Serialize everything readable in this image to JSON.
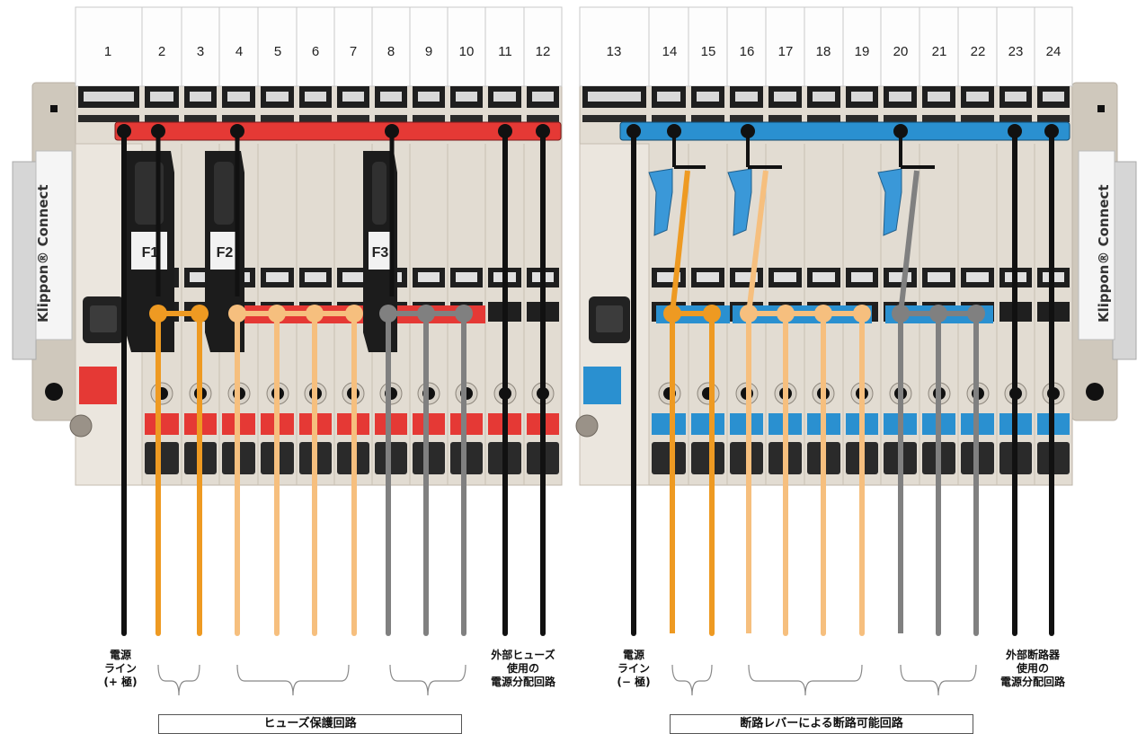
{
  "terminals": {
    "left_group": [
      "1",
      "2",
      "3",
      "4",
      "5",
      "6",
      "7",
      "8",
      "9",
      "10",
      "11",
      "12"
    ],
    "right_group": [
      "13",
      "14",
      "15",
      "16",
      "17",
      "18",
      "19",
      "20",
      "21",
      "22",
      "23",
      "24"
    ]
  },
  "side_brand": {
    "left": "Klippon® Connect",
    "right": "Klippon® Connect"
  },
  "fuse_labels": [
    "F1",
    "F2",
    "F3"
  ],
  "annotations": {
    "power_plus": [
      "電源",
      "ライン",
      "(+ 極)"
    ],
    "external_fuse": [
      "外部ヒューズ",
      "使用の",
      "電源分配回路"
    ],
    "power_minus": [
      "電源",
      "ライン",
      "(− 極)"
    ],
    "external_breaker": [
      "外部断路器",
      "使用の",
      "電源分配回路"
    ]
  },
  "group_boxes": {
    "fuse_protection": "ヒューズ保護回路",
    "disconnect_lever": "断路レバーによる断路可能回路"
  },
  "colors": {
    "housing": "#e2dcd2",
    "housing_dark": "#cfc8bc",
    "positive_bus": "#e53935",
    "negative_bus": "#2a90d0",
    "wire_black": "#111111",
    "wire_orange": "#ee9a22",
    "wire_light_orange": "#f6bf7e",
    "wire_gray": "#808080",
    "fuse_holder": "#1c1c1c",
    "lever_blue": "#3a98d8"
  }
}
